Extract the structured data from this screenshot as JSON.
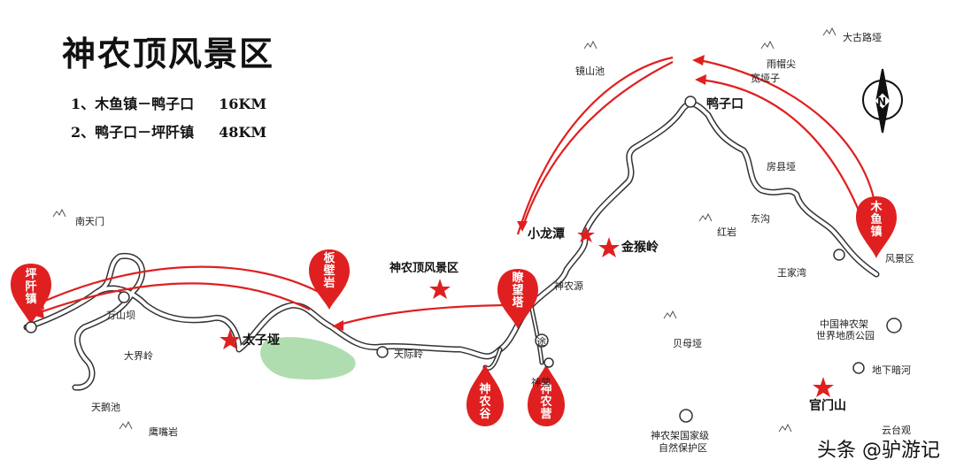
{
  "title": "神农顶风景区",
  "routes": [
    {
      "name": "1、木鱼镇－鸭子口",
      "distance": "16KM"
    },
    {
      "name": "2、鸭子口－坪阡镇",
      "distance": "48KM"
    }
  ],
  "pins": {
    "pinqianzhen": "坪阡镇",
    "banbiyan": "板壁岩",
    "liaowangta": "瞭望塔",
    "shennonggu": "神农谷",
    "shennongying": "神农营",
    "muyuzhen": "木鱼镇"
  },
  "places": {
    "nantianmen": "南天门",
    "wanshanfen": "万山坝",
    "dajieling": "大界岭",
    "tianehchi": "天鹅池",
    "yingzuiyan": "鹰嘴岩",
    "taiziya": "太子垭",
    "tianjiling": "天际岭",
    "shennongdingjingqu": "神农顶风景区",
    "xiaolongtan": "小龙潭",
    "jinhouling": "金猴岭",
    "shennongyuan": "神农源",
    "yaziko": "鸭子口",
    "jingshanchi": "镜山池",
    "yumaojian": "雨帽尖",
    "fangxianzi": "宽垭子",
    "dagulu": "大古路垭",
    "fangxianya": "房县垭",
    "hongyan": "红岩",
    "dongou": "东沟",
    "wangjiawan": "王家湾",
    "fengjingqu": "风景区",
    "zhongguoshennongjia": "中国神农架",
    "shijiedizhigongyuan": "世界地质公园",
    "beimuya": "贝母垭",
    "dixiaanhe": "地下暗河",
    "guanmenshan": "官门山",
    "yuntaiguan": "云台观",
    "baohuqu1": "神农架国家级",
    "baohuqu2": "自然保护区",
    "shennongying_small": "神营",
    "tuzhan": "途"
  },
  "north": "N",
  "watermark": "头条 @驴游记",
  "colors": {
    "route_red": "#e02020",
    "road_dark": "#333333",
    "forest_green": "#8fcf8f"
  }
}
